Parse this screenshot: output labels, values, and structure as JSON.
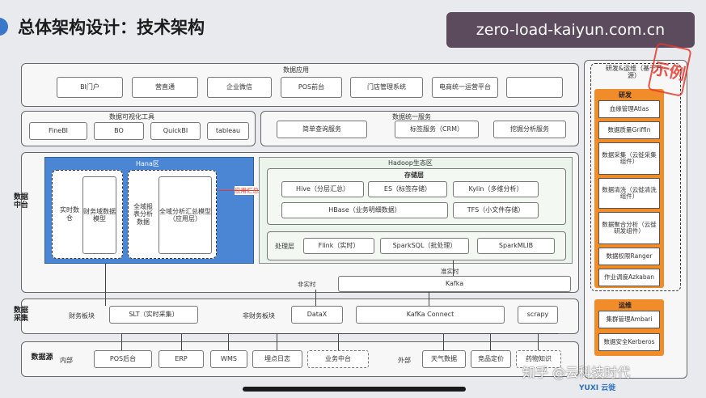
{
  "page_title": "总体架构设计：技术架构",
  "watermark": "zero-load-kaiyun.com.cn",
  "stamp_text": "示例",
  "zhihu_watermark": "知乎 @云科技时代",
  "footer_brand": "YUXI 云徙",
  "colors": {
    "accent": "#3a79c9",
    "hana_blue": "#4a86d4",
    "hadoop_green": "#eaf4ea",
    "orange": "#f08c2a",
    "stamp_red": "#e23a2f"
  },
  "data_app": {
    "title": "数据应用",
    "items": [
      "BI门户",
      "营直通",
      "企业微信",
      "POS前台",
      "门店管理系统",
      "电商统一运营平台",
      ""
    ]
  },
  "viz": {
    "title": "数据可视化工具",
    "items": [
      "FineBI",
      "BO",
      "QuickBI",
      "tableau"
    ]
  },
  "service": {
    "title": "数据统一服务",
    "items": [
      "简单查询服务",
      "标签服务（CRM）",
      "挖掘分析服务"
    ]
  },
  "middle": {
    "side_label": "数据中台",
    "hana": {
      "title": "Hana区",
      "items": [
        "实时数仓",
        "财务域数据模型",
        "全域报表分析数据",
        "全域分析汇总模型（应用层）"
      ]
    },
    "apply_summary": "应用汇总",
    "hadoop": {
      "title": "Hadoop生态区",
      "storage_title": "存储层",
      "storage": [
        "Hive（分层汇总）",
        "ES（标签存储）",
        "Kylin（多维分析）",
        "HBase（业务明细数据）",
        "TFS（小文件存储）"
      ],
      "process_title": "处理层",
      "process": [
        "Flink（实时）",
        "SparkSQL（批处理）",
        "SparkMLIB"
      ]
    },
    "quasi_realtime": "准实时",
    "non_realtime": "非实时",
    "kafka": "Kafka"
  },
  "collect": {
    "side_label": "数据采集",
    "finance_label": "财务板块",
    "slt": "SLT（实时采集）",
    "nonfinance_label": "非财务板块",
    "datax": "DataX",
    "kafka_connect": "KafKa Connect",
    "scrapy": "scrapy"
  },
  "source": {
    "side_label": "数据源",
    "internal": "内部",
    "items": [
      "POS后台",
      "ERP",
      "WMS",
      "埋点日志",
      "业务中台"
    ],
    "external": "外部",
    "ext_items": [
      "天气数据",
      "竞品定价",
      "药物知识"
    ]
  },
  "ops": {
    "title": "研发&运维（基于开源）",
    "dev_title": "研发",
    "dev_items": [
      "血缘管理Atlas",
      "数据质量Griffin",
      "数据采集（云徙采集组件）",
      "数据清洗（云徙清洗组件）",
      "数据聚合分析（云徙研发组件）",
      "数据权限Ranger",
      "作业调度Azkaban"
    ],
    "ops_title": "运维",
    "ops_items": [
      "集群管理Ambari",
      "数据安全Kerberos"
    ]
  }
}
